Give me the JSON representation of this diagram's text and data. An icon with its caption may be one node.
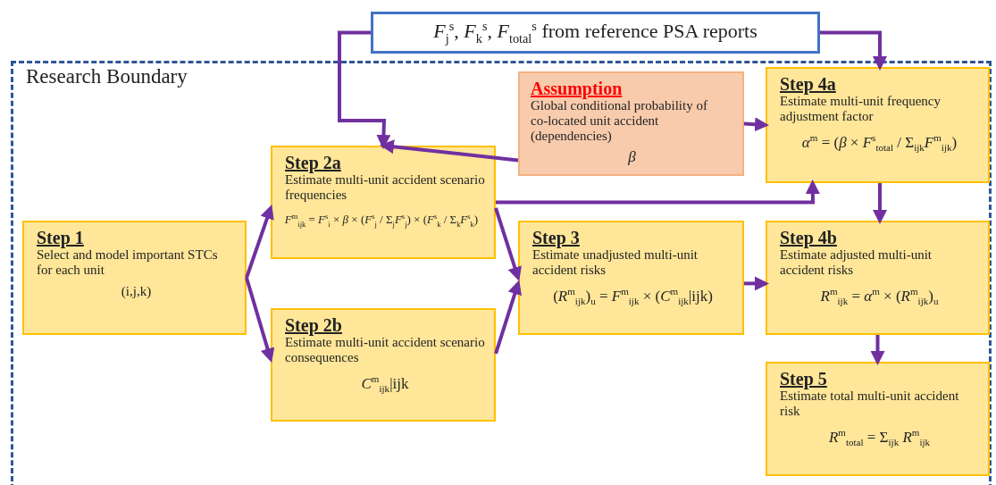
{
  "diagram": {
    "nodes": [
      {
        "text": [
          "Research Boundary"
        ]
      },
      {
        "text": [
          "*F*$_{j}$$^{s}$, *F*$_{k}$$^{s}$, *F*$_{total}$$^{s}$ from reference PSA reports"
        ]
      },
      {
        "text": [
          "Assumption",
          "Global conditional probability of co-located unit accident (dependencies)",
          "*β*"
        ],
        "in": 0
      },
      {
        "text": [
          "Step 4a",
          "Estimate multi-unit frequency adjustment factor",
          "*α*$^{m}$ = (*β* × *F*$^{s}$$_{total}$ / Σ$_{ijk}$*F*$^{m}$$_{ijk}$)"
        ],
        "in": 0
      },
      {
        "text": [
          "Step 2a",
          "Estimate multi-unit accident scenario frequencies",
          "*F*$^{m}$$_{ijk}$ = *F*$^{s}$$_{i}$ × *β* × (*F*$^{s}$$_{j}$ / Σ$_{j}$*F*$^{s}$$_{j}$) × (*F*$^{s}$$_{k}$ / Σ$_{k}$*F*$^{s}$$_{k}$)"
        ],
        "in": 0
      },
      {
        "text": [
          "Step 1",
          "Select and model important STCs for each unit",
          "(i,j,k)"
        ],
        "in": 0
      },
      {
        "text": [
          "Step 3",
          "Estimate unadjusted multi-unit accident risks",
          "(*R*$^{m}$$_{ijk}$)$_{u}$ = *F*$^{m}$$_{ijk}$ × (*C*$^{m}$$_{ijk}$|ijk)"
        ],
        "in": 0
      },
      {
        "text": [
          "Step 4b",
          "Estimate adjusted multi-unit accident risks",
          "*R*$^{m}$$_{ijk}$ = *α*$^{m}$ × (*R*$^{m}$$_{ijk}$)$_{u}$"
        ],
        "in": 0
      },
      {
        "text": [
          "Step 2b",
          "Estimate multi-unit accident scenario consequences",
          "*C*$^{m}$$_{ijk}$|ijk"
        ],
        "in": 0
      },
      {
        "text": [
          "Step 5",
          "Estimate total multi-unit accident risk",
          "*R*$^{m}$$_{total}$ = Σ$_{ijk}$ *R*$^{m}$$_{ijk}$"
        ],
        "in": 0
      }
    ],
    "edges": [
      {
        "from": 1,
        "to": 4,
        "arrow": "to"
      },
      {
        "from": 1,
        "to": 3,
        "arrow": "to"
      },
      {
        "from": 2,
        "to": 4,
        "arrow": "to"
      },
      {
        "from": 2,
        "to": 3,
        "arrow": "to"
      },
      {
        "from": 5,
        "to": 4,
        "arrow": "to"
      },
      {
        "from": 5,
        "to": 8,
        "arrow": "to"
      },
      {
        "from": 4,
        "to": 6,
        "arrow": "to"
      },
      {
        "from": 8,
        "to": 6,
        "arrow": "to"
      },
      {
        "from": 4,
        "to": 3,
        "arrow": "to"
      },
      {
        "from": 6,
        "to": 7,
        "arrow": "to"
      },
      {
        "from": 3,
        "to": 7,
        "arrow": "to"
      },
      {
        "from": 7,
        "to": 9,
        "arrow": "to"
      }
    ]
  }
}
